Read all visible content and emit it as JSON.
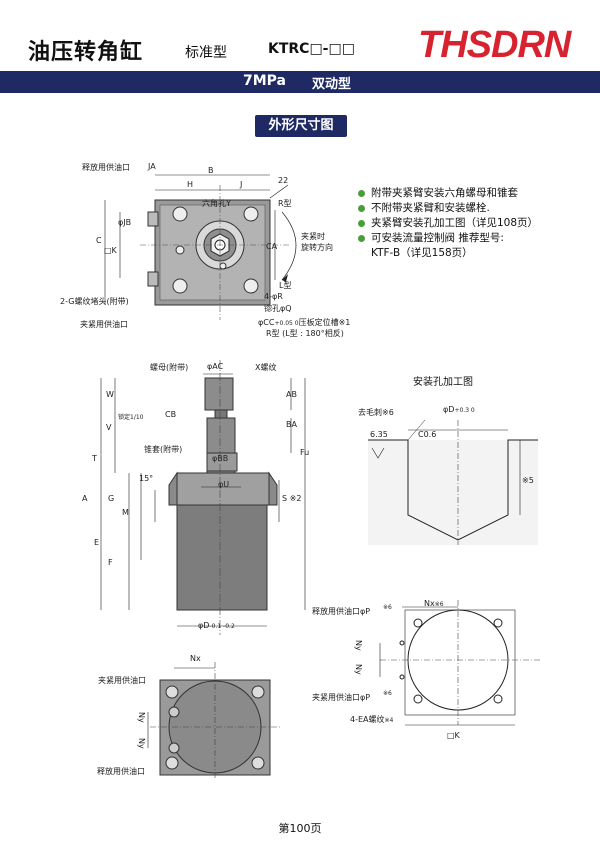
{
  "header": {
    "title": "油压转角缸",
    "subtitle": "标准型",
    "model": "KTRC□-□□",
    "logo": "THSDRN"
  },
  "bar": {
    "pressure": "7MPa",
    "action": "双动型"
  },
  "section_title": "外形尺寸图",
  "notes": [
    "附带夹紧臂安装六角螺母和锥套",
    "不附带夹紧臂和安装螺栓.",
    "夹紧臂安装孔加工图（详见108页）",
    "可安装流量控制阀 推荐型号:"
  ],
  "notes_tail": "KTF-B（详见158页）",
  "top_view": {
    "release_port": "释放用供油口",
    "ja": "JA",
    "h": "H",
    "b": "B",
    "j": "J",
    "hex_hole": "六角孔Y",
    "r_type": "R型",
    "clamp_dir_1": "夹紧时",
    "clamp_dir_2": "旋转方向",
    "l_type": "L型",
    "c_label": "C",
    "square_k": "□K",
    "phi_jb": "φJB",
    "ca": "CA",
    "g_plug": "2-G螺纹堵头(附带)",
    "phi_r": "4-φR",
    "counterbore": "锪孔φQ",
    "clamp_port": "夹紧用供油口",
    "cc_label": "φCC",
    "cc_tol": "+0.05 0",
    "cc_note": "压板定位槽※1",
    "r_note": "R型 (L型 : 180°相反)",
    "dim_22": "22"
  },
  "side_view": {
    "nut": "螺母(附带)",
    "phi_ac": "φAC",
    "x_thread": "X螺纹",
    "w": "W",
    "cb": "CB",
    "v": "V",
    "stroke": "锁定1/10",
    "t": "T",
    "a": "A",
    "g": "G",
    "m": "M",
    "e": "E",
    "f": "F",
    "ab": "AB",
    "ba": "BA",
    "fu": "Fu",
    "s": "S ※2",
    "cone": "锥套(附带)",
    "phi_bb": "φBB",
    "deg15": "15°",
    "phi_u": "φU",
    "phi_d": "φD",
    "d_tol": "-0.1 -0.2"
  },
  "hole_view": {
    "title": "安装孔加工图",
    "deburr": "去毛刺※6",
    "phi_d": "φD",
    "tol": "+0.3 0",
    "rough": "6.35",
    "c06": "C0.6",
    "dim5": "※5"
  },
  "mount_view": {
    "nx": "Nx",
    "nx_sup": "※6",
    "release_port": "释放用供油口φP",
    "clamp_port": "夹紧用供油口φP",
    "ny": "Ny",
    "thread": "4-EA螺纹",
    "thread_sup": "※4",
    "k": "□K",
    "p_sup": "※6"
  },
  "bottom_view": {
    "nx": "Nx",
    "clamp_port": "夹紧用供油口",
    "release_port": "释放用供油口",
    "ny": "Ny"
  },
  "page_number": "第100页",
  "colors": {
    "navy": "#1f2a64",
    "logo_red": "#d7232f",
    "bullet_green": "#4a9e3a",
    "body_gray": "#7d7d7d"
  }
}
